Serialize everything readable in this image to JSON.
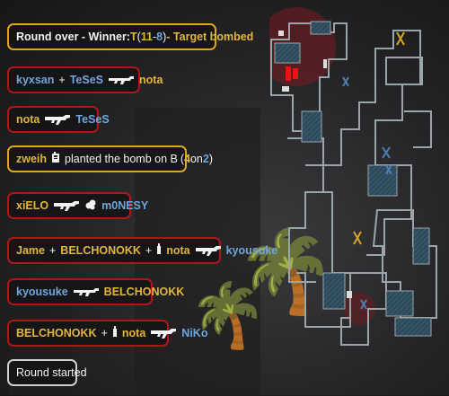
{
  "round_over": {
    "prefix": "Round over - Winner: ",
    "winner_team": "T",
    "score_open": " (",
    "score_t": "11",
    "score_sep": " - ",
    "score_ct": "8",
    "score_close": ")",
    "reason": " - Target bombed"
  },
  "kill_feed": [
    {
      "attacker": "kyxsan",
      "assist": "TeSeS",
      "victim": "nota",
      "weapon_icon": "rifle-icon"
    },
    {
      "attacker": "nota",
      "victim": "TeSeS",
      "weapon_icon": "ak47-icon"
    },
    {
      "planter": "zweih",
      "action": "planted the bomb on B",
      "score_open": "(",
      "score_t": "4",
      "score_on": "on",
      "score_ct": "2",
      "score_close": ")",
      "icon": "bomb-icon"
    },
    {
      "attacker": "xiELO",
      "victim": "m0NESY",
      "weapon_icon": "ak47-icon",
      "extra_icon": "smoke-icon"
    },
    {
      "attacker": "Jame",
      "assist": "BELCHONOKK",
      "flash_assist": "nota",
      "victim": "kyousuke",
      "weapon_icon": "ak47-icon"
    },
    {
      "attacker": "kyousuke",
      "victim": "BELCHONOKK",
      "weapon_icon": "rifle-icon"
    },
    {
      "attacker": "BELCHONOKK",
      "flash_assist": "nota",
      "victim": "NiKo",
      "weapon_icon": "ak47-icon"
    }
  ],
  "round_started": "Round started",
  "colors": {
    "ct": "#6fa6dc",
    "t": "#e3b53c",
    "kill_border": "#b11616",
    "event_border": "#e0a51a",
    "neutral_border": "#cfcfcf"
  }
}
